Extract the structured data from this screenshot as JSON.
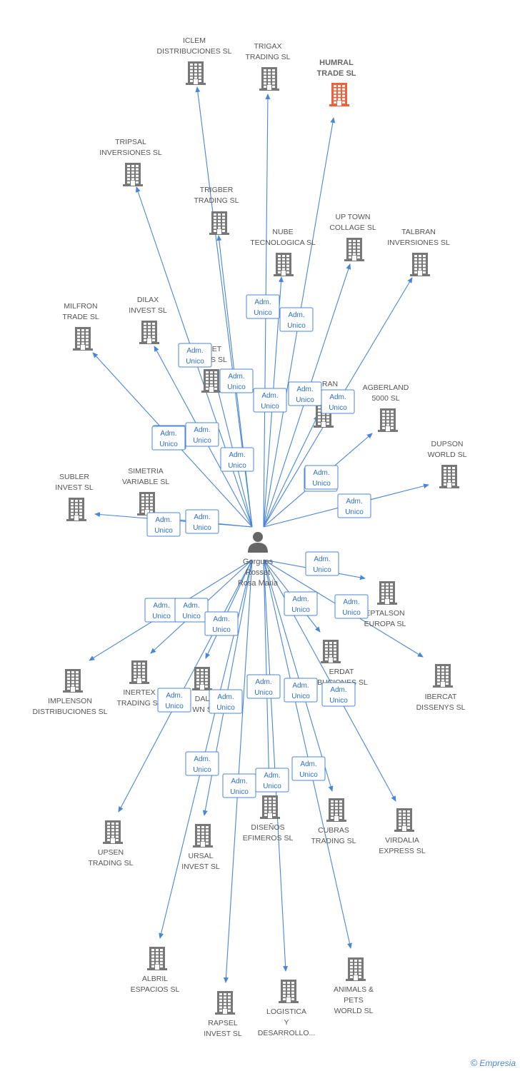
{
  "colors": {
    "edge": "#4a86d8",
    "building": "#777777",
    "highlight": "#f0603a"
  },
  "center": {
    "lines": [
      "Gorgues",
      "Rosset",
      "Rosa Maria"
    ],
    "icon": "person-icon"
  },
  "nodes": [
    {
      "id": "iclem",
      "lines": [
        "ICLEM",
        "DISTRIBUCIONES SL"
      ],
      "icon": "building-icon"
    },
    {
      "id": "trigax",
      "lines": [
        "TRIGAX",
        "TRADING SL"
      ],
      "icon": "building-icon"
    },
    {
      "id": "humral",
      "lines": [
        "HUMRAL",
        "TRADE SL"
      ],
      "icon": "building-icon",
      "highlight": true
    },
    {
      "id": "tripsal",
      "lines": [
        "TRIPSAL",
        "INVERSIONES SL"
      ],
      "icon": "building-icon"
    },
    {
      "id": "trigber",
      "lines": [
        "TRIGBER",
        "TRADING SL"
      ],
      "icon": "building-icon"
    },
    {
      "id": "uptown",
      "lines": [
        "UP TOWN",
        "COLLAGE SL"
      ],
      "icon": "building-icon"
    },
    {
      "id": "nube",
      "lines": [
        "NUBE",
        "TECNOLOGICA SL"
      ],
      "icon": "building-icon"
    },
    {
      "id": "talbran",
      "lines": [
        "TALBRAN",
        "INVERSIONES SL"
      ],
      "icon": "building-icon"
    },
    {
      "id": "milfron",
      "lines": [
        "MILFRON",
        "TRADE SL"
      ],
      "icon": "building-icon"
    },
    {
      "id": "dilax",
      "lines": [
        "DILAX",
        "INVEST SL"
      ],
      "icon": "building-icon"
    },
    {
      "id": "set",
      "lines": [
        "SET",
        "ALS SL"
      ],
      "icon": "building-icon"
    },
    {
      "id": "ran",
      "lines": [
        "RAN"
      ],
      "icon": "building-icon"
    },
    {
      "id": "agberland",
      "lines": [
        "AGBERLAND",
        "5000 SL"
      ],
      "icon": "building-icon"
    },
    {
      "id": "dupson",
      "lines": [
        "DUPSON",
        "WORLD SL"
      ],
      "icon": "building-icon"
    },
    {
      "id": "subler",
      "lines": [
        "SUBLER",
        "INVEST SL"
      ],
      "icon": "building-icon"
    },
    {
      "id": "simetria",
      "lines": [
        "SIMETRIA",
        "VARIABLE SL"
      ],
      "icon": "building-icon"
    },
    {
      "id": "eptalson",
      "lines": [
        "EPTALSON",
        "EUROPA SL"
      ],
      "icon": "building-icon"
    },
    {
      "id": "ibercat",
      "lines": [
        "IBERCAT",
        "DISSENYS SL"
      ],
      "icon": "building-icon"
    },
    {
      "id": "erdat",
      "lines": [
        "ERDAT",
        "IBUCIONES SL"
      ],
      "icon": "building-icon"
    },
    {
      "id": "implenson",
      "lines": [
        "IMPLENSON",
        "DISTRIBUCIONES SL"
      ],
      "icon": "building-icon"
    },
    {
      "id": "inertex",
      "lines": [
        "INERTEX",
        "TRADING SL"
      ],
      "icon": "building-icon"
    },
    {
      "id": "dal",
      "lines": [
        "DAL",
        "WN S"
      ],
      "icon": "building-icon"
    },
    {
      "id": "upsen",
      "lines": [
        "UPSEN",
        "TRADING SL"
      ],
      "icon": "building-icon"
    },
    {
      "id": "ursal",
      "lines": [
        "URSAL",
        "INVEST SL"
      ],
      "icon": "building-icon"
    },
    {
      "id": "disenos",
      "lines": [
        "DISEÑOS",
        "EFIMEROS SL"
      ],
      "icon": "building-icon"
    },
    {
      "id": "cubras",
      "lines": [
        "CUBRAS",
        "TRADING SL"
      ],
      "icon": "building-icon"
    },
    {
      "id": "virdalia",
      "lines": [
        "VIRDALIA",
        "EXPRESS SL"
      ],
      "icon": "building-icon"
    },
    {
      "id": "albril",
      "lines": [
        "ALBRIL",
        "ESPACIOS SL"
      ],
      "icon": "building-icon"
    },
    {
      "id": "rapsel",
      "lines": [
        "RAPSEL",
        "INVEST SL"
      ],
      "icon": "building-icon"
    },
    {
      "id": "logistica",
      "lines": [
        "LOGISTICA",
        "Y",
        "DESARROLLO..."
      ],
      "icon": "building-icon"
    },
    {
      "id": "animals",
      "lines": [
        "ANIMALS &",
        "PETS",
        "WORLD SL"
      ],
      "icon": "building-icon"
    }
  ],
  "relation_label": [
    "Adm.",
    "Unico"
  ],
  "footer": {
    "copyright": "©",
    "brand": "Empresia"
  }
}
